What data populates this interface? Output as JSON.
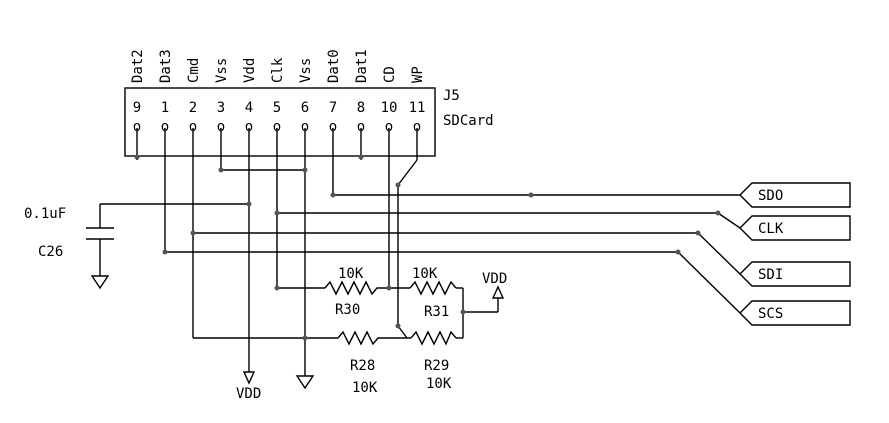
{
  "connector": {
    "ref": "J5",
    "part": "SDCard",
    "pins": [
      {
        "signal": "Dat2",
        "num": "9"
      },
      {
        "signal": "Dat3",
        "num": "1"
      },
      {
        "signal": "Cmd",
        "num": "2"
      },
      {
        "signal": "Vss",
        "num": "3"
      },
      {
        "signal": "Vdd",
        "num": "4"
      },
      {
        "signal": "Clk",
        "num": "5"
      },
      {
        "signal": "Vss",
        "num": "6"
      },
      {
        "signal": "Dat0",
        "num": "7"
      },
      {
        "signal": "Dat1",
        "num": "8"
      },
      {
        "signal": "CD",
        "num": "10"
      },
      {
        "signal": "WP",
        "num": "11"
      }
    ],
    "pin_glyph": "o"
  },
  "capacitor": {
    "value": "0.1uF",
    "ref": "C26"
  },
  "resistors": {
    "r30": {
      "ref": "R30",
      "value": "10K"
    },
    "r31": {
      "ref": "R31",
      "value": "10K"
    },
    "r28": {
      "ref": "R28",
      "value": "10K"
    },
    "r29": {
      "ref": "R29",
      "value": "10K"
    }
  },
  "ports": {
    "sdo": "SDO",
    "clk": "CLK",
    "sdi": "SDI",
    "scs": "SCS"
  },
  "power": {
    "vdd_right": "VDD",
    "vdd_bottom": "VDD"
  }
}
